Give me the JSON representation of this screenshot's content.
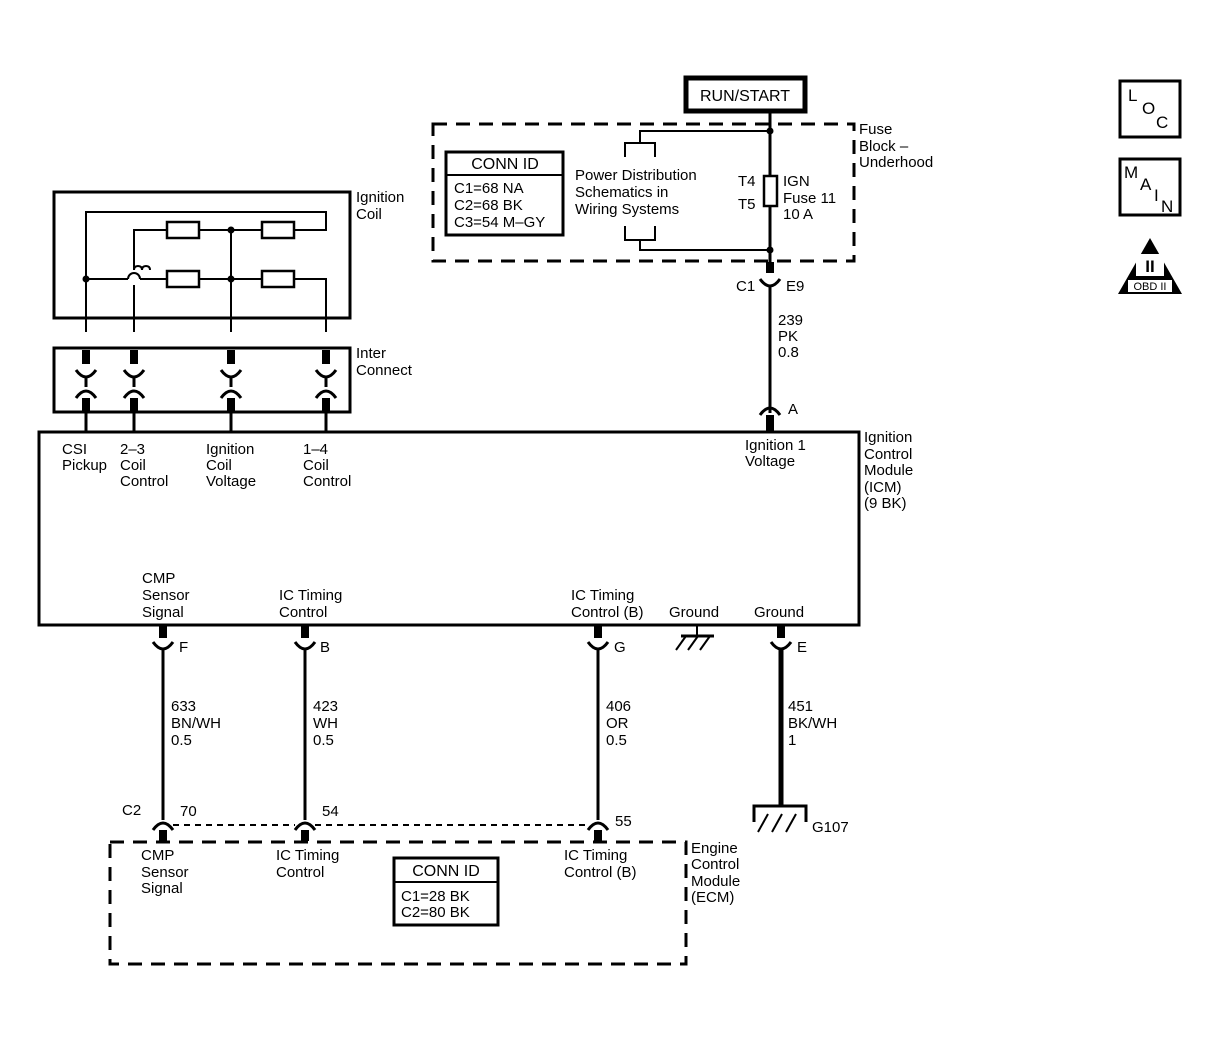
{
  "power": {
    "source": "RUN/START"
  },
  "fuse_block": {
    "label": [
      "Fuse",
      "Block –",
      "Underhood"
    ],
    "conn_id": {
      "title": "CONN ID",
      "lines": [
        "C1=68 NA",
        "C2=68 BK",
        "C3=54 M–GY"
      ]
    },
    "pds_note": [
      "Power Distribution",
      "Schematics in",
      "Wiring Systems"
    ],
    "terminal_top": "T4",
    "terminal_bottom": "T5",
    "fuse": [
      "IGN",
      "Fuse 11",
      "10 A"
    ]
  },
  "connector_c1": {
    "name": "C1",
    "pin": "E9"
  },
  "wire_239": [
    "239",
    "PK",
    "0.8"
  ],
  "ignition_coil": {
    "label": [
      "Ignition",
      "Coil"
    ]
  },
  "inter_connect": {
    "label": [
      "Inter",
      "Connect"
    ]
  },
  "icm": {
    "label": [
      "Ignition",
      "Control",
      "Module",
      "(ICM)",
      "(9 BK)"
    ],
    "pin_a": "A",
    "top_terminals": [
      [
        "CSI",
        "Pickup"
      ],
      [
        "2–3",
        "Coil",
        "Control"
      ],
      [
        "Ignition",
        "Coil",
        "Voltage"
      ],
      [
        "1–4",
        "Coil",
        "Control"
      ],
      [
        "Ignition 1",
        "Voltage"
      ]
    ],
    "bottom_terminals": [
      [
        "CMP",
        "Sensor",
        "Signal"
      ],
      [
        "IC Timing",
        "Control"
      ],
      [
        "IC Timing",
        "Control (B)"
      ],
      [
        "Ground"
      ],
      [
        "Ground"
      ]
    ],
    "bottom_pins": [
      "F",
      "B",
      "G",
      "E"
    ]
  },
  "wires_bottom": [
    [
      "633",
      "BN/WH",
      "0.5"
    ],
    [
      "423",
      "WH",
      "0.5"
    ],
    [
      "406",
      "OR",
      "0.5"
    ],
    [
      "451",
      "BK/WH",
      "1"
    ]
  ],
  "ground": {
    "name": "G107"
  },
  "ecm": {
    "connector": "C2",
    "pins": [
      "70",
      "54",
      "55"
    ],
    "terminals": [
      [
        "CMP",
        "Sensor",
        "Signal"
      ],
      [
        "IC Timing",
        "Control"
      ],
      [
        "IC Timing",
        "Control (B)"
      ]
    ],
    "label": [
      "Engine",
      "Control",
      "Module",
      "(ECM)"
    ],
    "conn_id": {
      "title": "CONN ID",
      "lines": [
        "C1=28 BK",
        "C2=80 BK"
      ]
    }
  },
  "icons": {
    "loc": [
      "L",
      "O",
      "C"
    ],
    "main": [
      "M",
      "A",
      "I",
      "N"
    ],
    "obd": {
      "numeral": "II",
      "text": "OBD II"
    }
  }
}
